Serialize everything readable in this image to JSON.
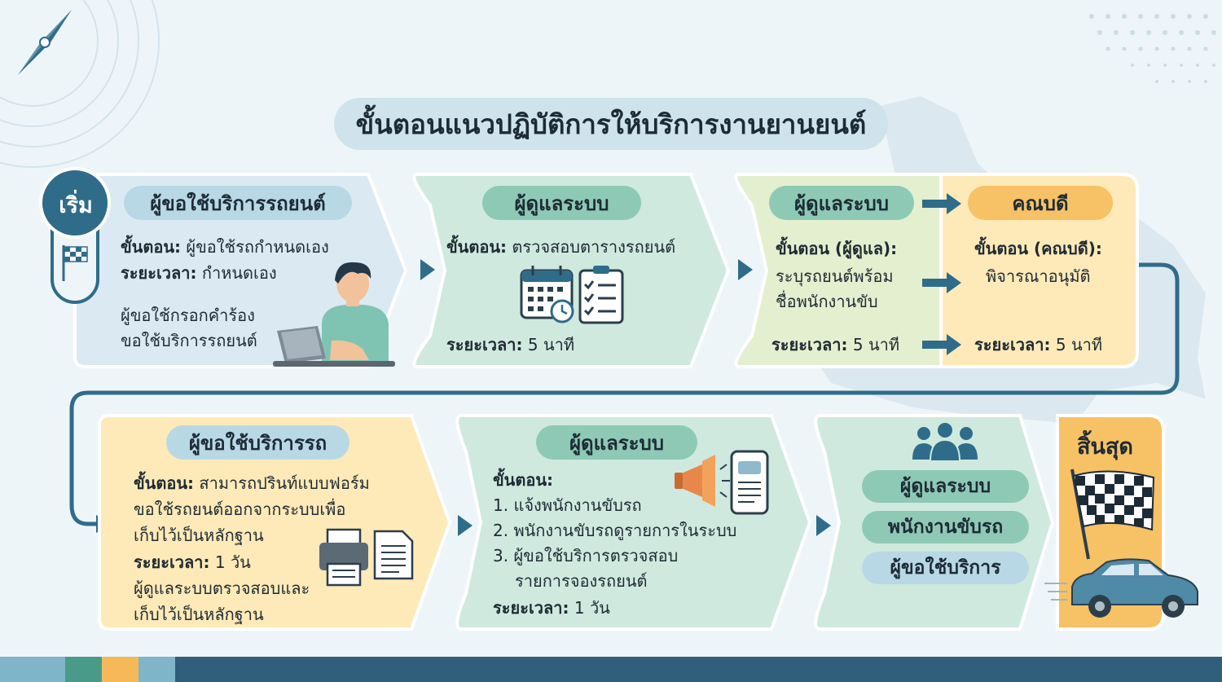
{
  "title": "ขั้นตอนแนวปฏิบัติการให้บริการงานยานยนต์",
  "start_label": "เริ่ม",
  "end_label": "สิ้นสุด",
  "step1": {
    "role": "ผู้ขอใช้บริการรถยนต์",
    "step_label": "ขั้นตอน:",
    "step_text": "ผู้ขอใช้รถกำหนดเอง",
    "time_label": "ระยะเวลา:",
    "time_text": "กำหนดเอง",
    "note_line1": "ผู้ขอใช้กรอกคำร้อง",
    "note_line2": "ขอใช้บริการรถยนต์"
  },
  "step2": {
    "role": "ผู้ดูแลระบบ",
    "step_label": "ขั้นตอน:",
    "step_text": "ตรวจสอบตารางรถยนต์",
    "time_label": "ระยะเวลา:",
    "time_text": "5 นาที"
  },
  "step3": {
    "role_a": "ผู้ดูแลระบบ",
    "role_b": "คณบดี",
    "a_step_label": "ขั้นตอน (ผู้ดูแล):",
    "a_line1": "ระบุรถยนต์พร้อม",
    "a_line2": "ชื่อพนักงานขับ",
    "a_time_label": "ระยะเวลา:",
    "a_time_text": "5 นาที",
    "b_step_label": "ขั้นตอน (คณบดี):",
    "b_line1": "พิจารณาอนุมัติ",
    "b_time_label": "ระยะเวลา:",
    "b_time_text": "5 นาที"
  },
  "step4": {
    "role": "ผู้ขอใช้บริการรถ",
    "step_label": "ขั้นตอน:",
    "line1": "สามารถปรินท์แบบฟอร์ม",
    "line2": "ขอใช้รถยนต์ออกจากระบบเพื่อ",
    "line3": "เก็บไว้เป็นหลักฐาน",
    "time_label": "ระยะเวลา:",
    "time_text": "1 วัน",
    "line4": "ผู้ดูแลระบบตรวจสอบและ",
    "line5": "เก็บไว้เป็นหลักฐาน"
  },
  "step5": {
    "role": "ผู้ดูแลระบบ",
    "step_label": "ขั้นตอน:",
    "item1": "1. แจ้งพนักงานขับรถ",
    "item2": "2. พนักงานขับรถดูรายการในระบบ",
    "item3a": "3. ผู้ขอใช้บริการตรวจสอบ",
    "item3b": "รายการจองรถยนต์",
    "time_label": "ระยะเวลา:",
    "time_text": "1 วัน"
  },
  "step6": {
    "roles": [
      "ผู้ดูแลระบบ",
      "พนักงานขับรถ",
      "ผู้ขอใช้บริการ"
    ]
  },
  "colors": {
    "blue_card": "#dbeaf2",
    "green_card": "#cfe9df",
    "lime_card": "#e3efcf",
    "orange_card": "#fdeab8",
    "accent": "#2f6c8a"
  }
}
